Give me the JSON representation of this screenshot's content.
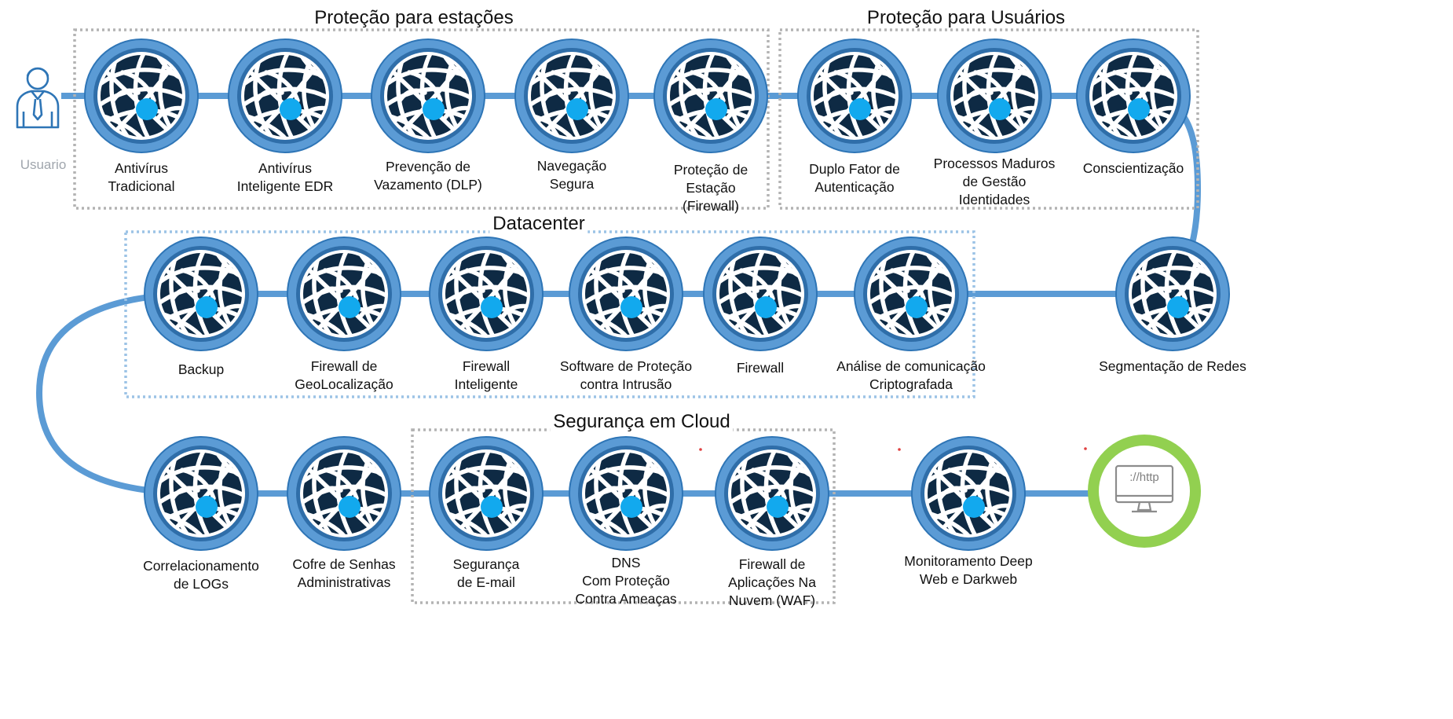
{
  "groups": [
    {
      "id": "estacoes",
      "title": "Proteção para estações",
      "border": "#b3b3b3"
    },
    {
      "id": "usuarios",
      "title": "Proteção para Usuários",
      "border": "#b3b3b3"
    },
    {
      "id": "datacenter",
      "title": "Datacenter",
      "border": "#9cc3e6"
    },
    {
      "id": "cloud",
      "title": "Segurança em Cloud",
      "border": "#b3b3b3"
    }
  ],
  "user": {
    "label": "Usuario",
    "icon": "user-icon"
  },
  "nodes": [
    {
      "id": "antivirus-tradicional",
      "lines": [
        "Antivírus",
        "Tradicional"
      ]
    },
    {
      "id": "antivirus-edr",
      "lines": [
        "Antivírus",
        "Inteligente EDR"
      ]
    },
    {
      "id": "dlp",
      "lines": [
        "Prevenção de",
        "Vazamento (DLP)"
      ]
    },
    {
      "id": "navegacao-segura",
      "lines": [
        "Navegação",
        "Segura"
      ]
    },
    {
      "id": "protecao-estacao",
      "lines": [
        "Proteção de",
        "Estação",
        "(Firewall)"
      ]
    },
    {
      "id": "duplo-fator",
      "lines": [
        "Duplo Fator de",
        "Autenticação"
      ]
    },
    {
      "id": "processos-identidades",
      "lines": [
        "Processos Maduros",
        "de Gestão",
        "Identidades"
      ]
    },
    {
      "id": "conscientizacao",
      "lines": [
        "Conscientização"
      ]
    },
    {
      "id": "segmentacao-redes",
      "lines": [
        "Segmentação de Redes"
      ]
    },
    {
      "id": "analise-criptografada",
      "lines": [
        "Análise de comunicação",
        "Criptografada"
      ]
    },
    {
      "id": "firewall",
      "lines": [
        "Firewall"
      ]
    },
    {
      "id": "software-intrusao",
      "lines": [
        "Software de Proteção",
        "contra Intrusão"
      ]
    },
    {
      "id": "firewall-inteligente",
      "lines": [
        "Firewall",
        "Inteligente"
      ]
    },
    {
      "id": "firewall-geolocalizacao",
      "lines": [
        "Firewall de",
        "GeoLocalização"
      ]
    },
    {
      "id": "backup",
      "lines": [
        "Backup"
      ]
    },
    {
      "id": "correlacionamento-logs",
      "lines": [
        "Correlacionamento",
        "de LOGs"
      ]
    },
    {
      "id": "cofre-senhas",
      "lines": [
        "Cofre de Senhas",
        "Administrativas"
      ]
    },
    {
      "id": "seguranca-email",
      "lines": [
        "Segurança",
        "de E-mail"
      ]
    },
    {
      "id": "dns-protecao",
      "lines": [
        "DNS",
        "Com Proteção",
        "Contra Ameaças"
      ]
    },
    {
      "id": "firewall-waf",
      "lines": [
        "Firewall de",
        "Aplicações Na",
        "Nuvem (WAF)"
      ]
    },
    {
      "id": "monitoramento-darkweb",
      "lines": [
        "Monitoramento Deep",
        "Web e Darkweb"
      ]
    }
  ],
  "endpoint": {
    "id": "internet",
    "icon": "monitor-http-icon",
    "text": "://http"
  },
  "colors": {
    "line": "#5b9bd5",
    "ring": "#5b9bd5",
    "ring_dark": "#2e75b6",
    "globe": "#0e2a44",
    "dot": "#12a9ee",
    "endpoint_ring": "#92d050",
    "user_icon": "#2e75b6"
  }
}
